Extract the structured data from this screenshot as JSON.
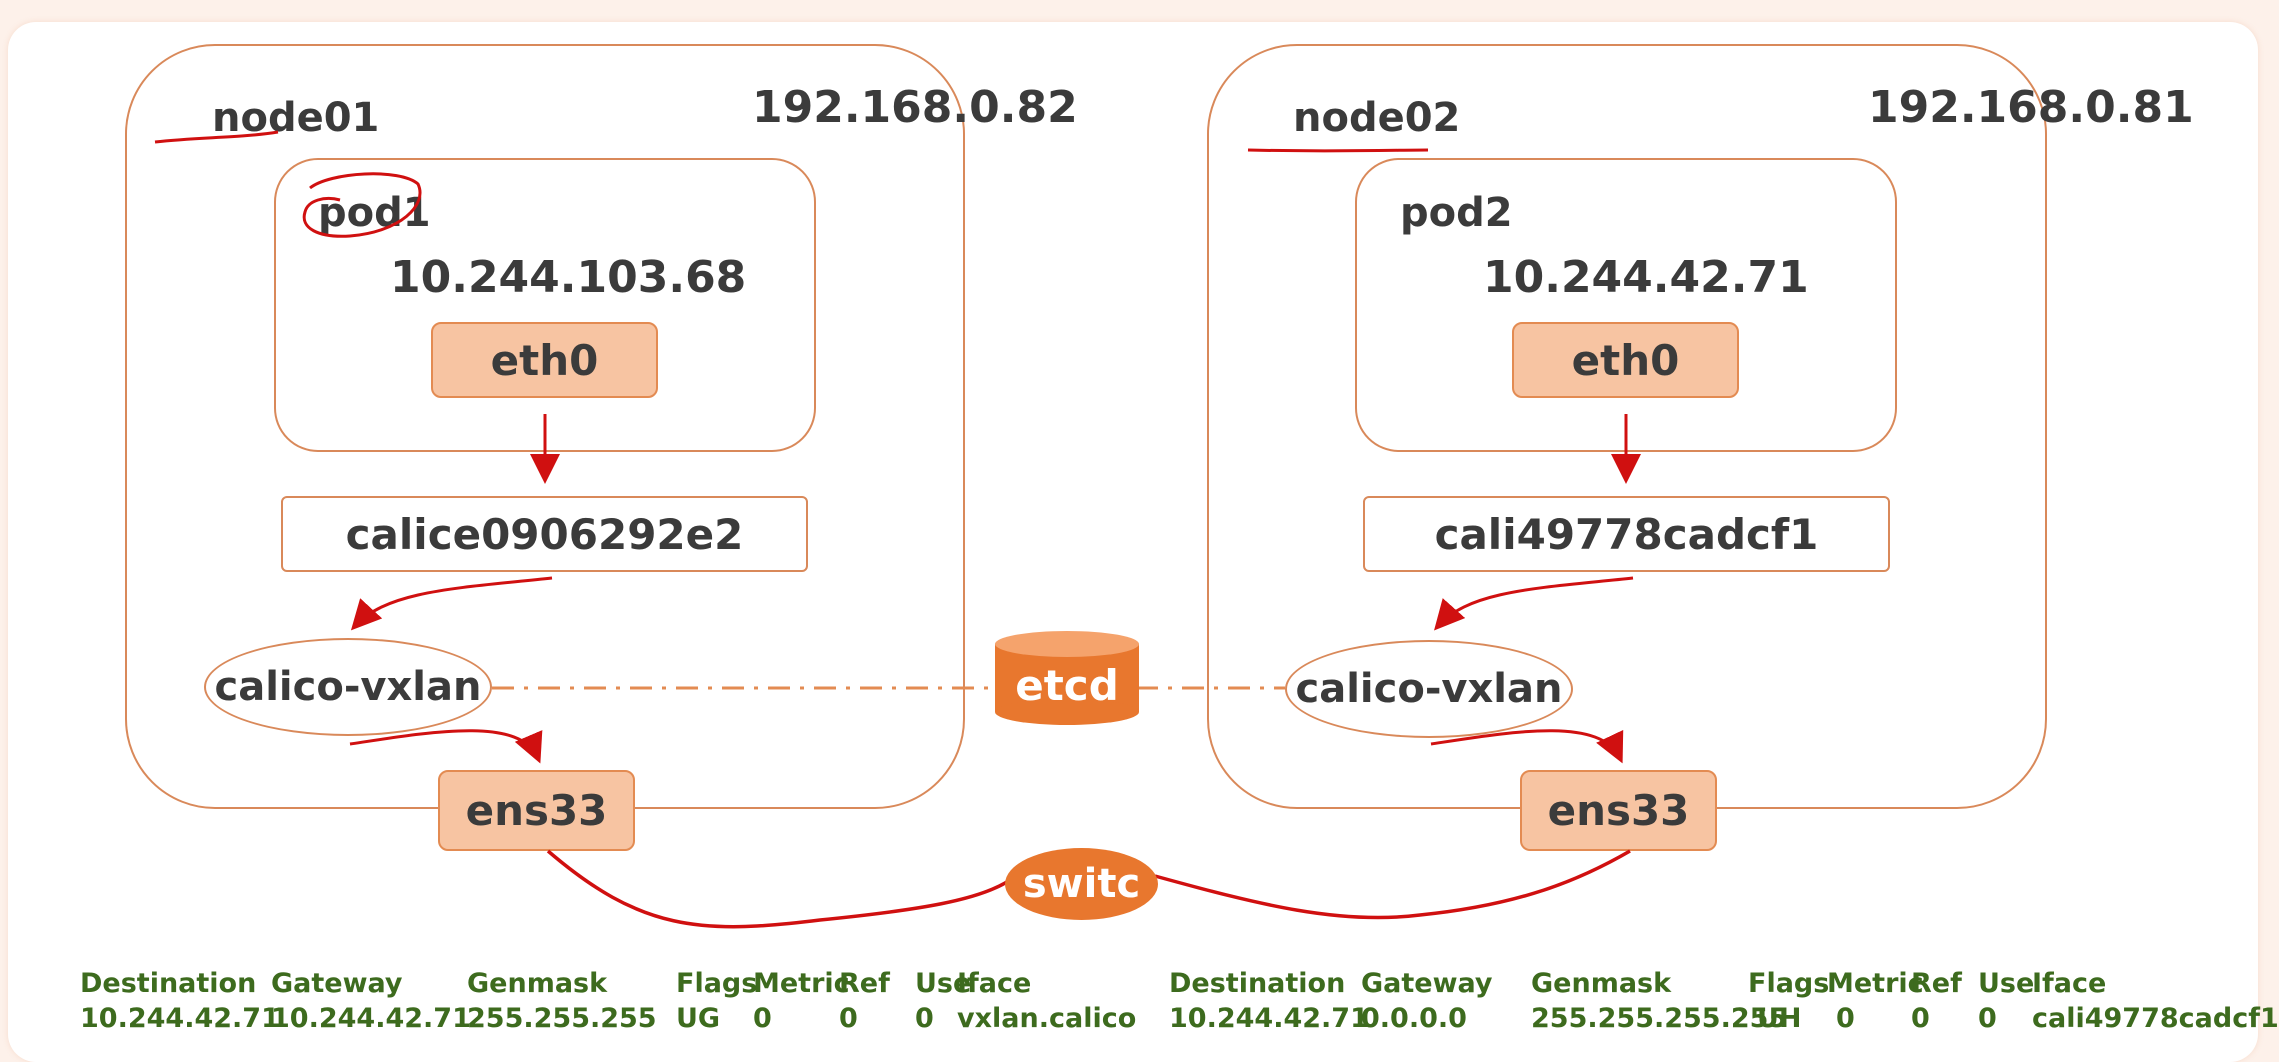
{
  "node01": {
    "name": "node01",
    "ip": "192.168.0.82",
    "pod_name": "pod1",
    "pod_ip": "10.244.103.68",
    "eth": "eth0",
    "veth": "calice0906292e2",
    "vxlan": "calico-vxlan",
    "nic": "ens33"
  },
  "node02": {
    "name": "node02",
    "ip": "192.168.0.81",
    "pod_name": "pod2",
    "pod_ip": "10.244.42.71",
    "eth": "eth0",
    "veth": "cali49778cadcf1",
    "vxlan": "calico-vxlan",
    "nic": "ens33"
  },
  "etcd": "etcd",
  "switch": "switc",
  "route_left": {
    "headers": [
      "Destination",
      "Gateway",
      "Genmask",
      "Flags",
      "Metric",
      "Ref",
      "Use",
      "Iface"
    ],
    "row": [
      "10.244.42.71",
      "10.244.42.71",
      "255.255.255",
      "UG",
      "0",
      "0",
      "0",
      "vxlan.calico"
    ]
  },
  "route_right": {
    "headers": [
      "Destination",
      "Gateway",
      "Genmask",
      "Flags",
      "Metric",
      "Ref",
      "Use",
      "Iface"
    ],
    "row": [
      "10.244.42.71",
      "0.0.0.0",
      "255.255.255.255",
      "UH",
      "0",
      "0",
      "0",
      "cali49778cadcf1"
    ]
  },
  "colors": {
    "border": "#d9895a",
    "iface_fill": "#f7c4a2",
    "accent": "#e8772e",
    "arrow": "#d01010",
    "table_text": "#3d6b1e"
  }
}
